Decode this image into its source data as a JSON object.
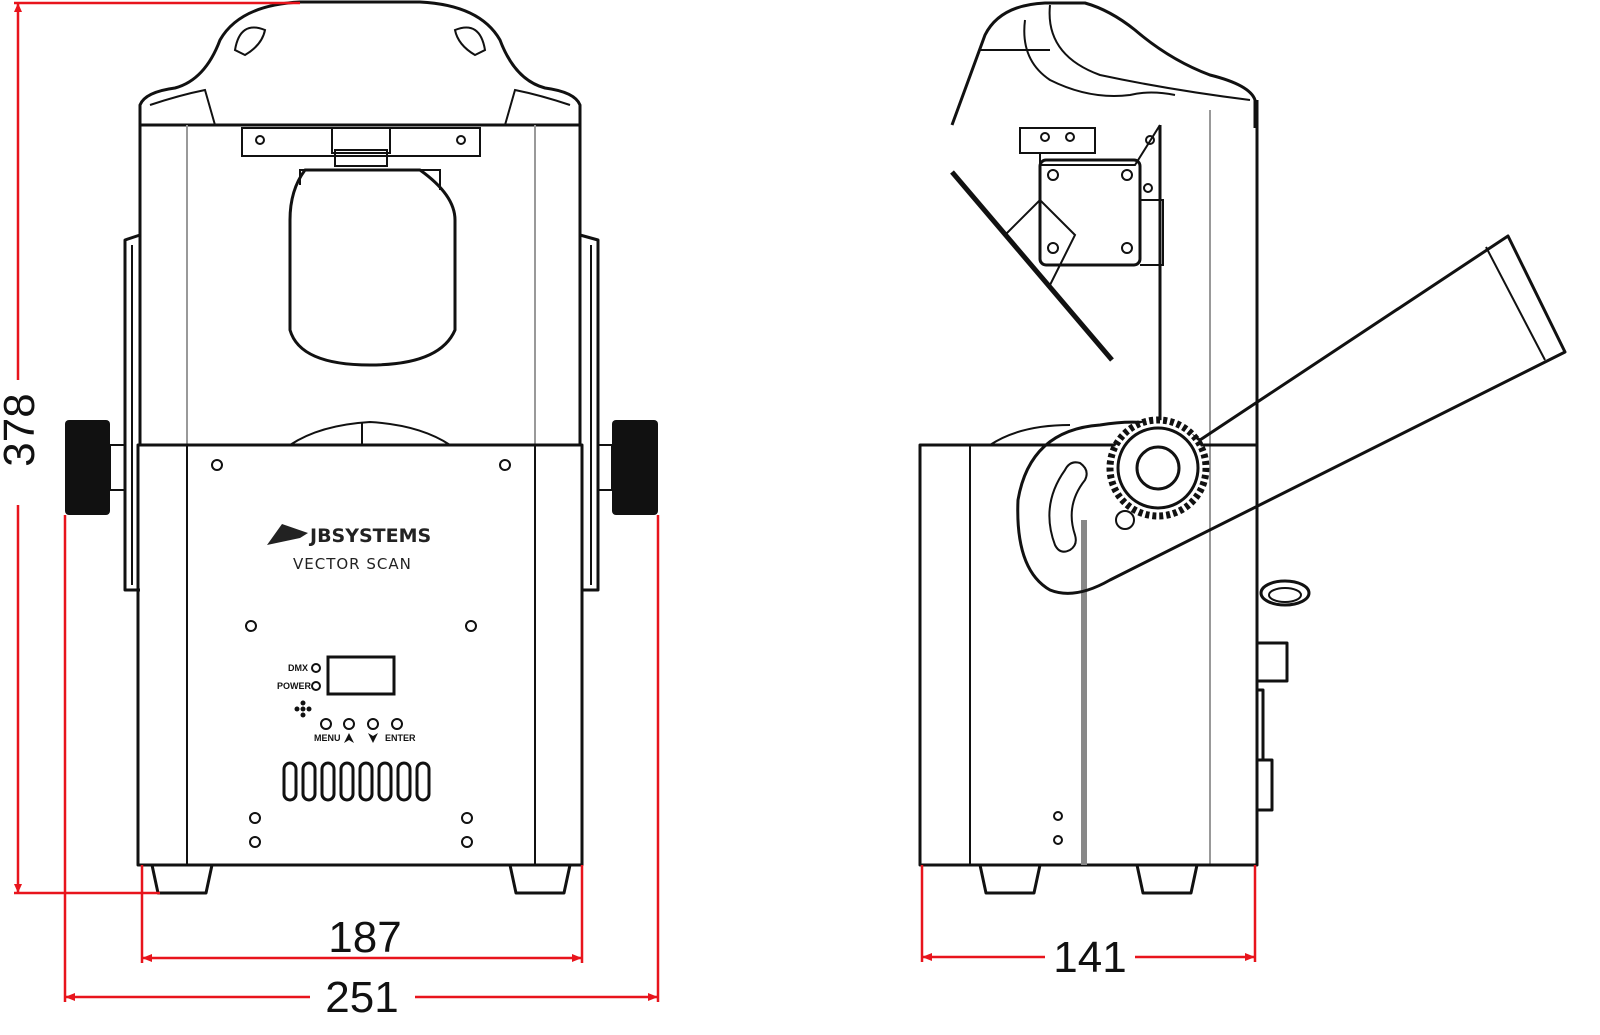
{
  "drawing": {
    "brand": "JBSYSTEMS",
    "model": "VECTOR SCAN",
    "panel": {
      "dmx_label": "DMX",
      "power_label": "POWER",
      "menu_label": "MENU",
      "enter_label": "ENTER"
    },
    "dimensions": {
      "height": "378",
      "body_width": "187",
      "total_width": "251",
      "depth": "141"
    },
    "colors": {
      "outline": "#111111",
      "dimension": "#e8141c",
      "hidden": "#999999"
    }
  }
}
